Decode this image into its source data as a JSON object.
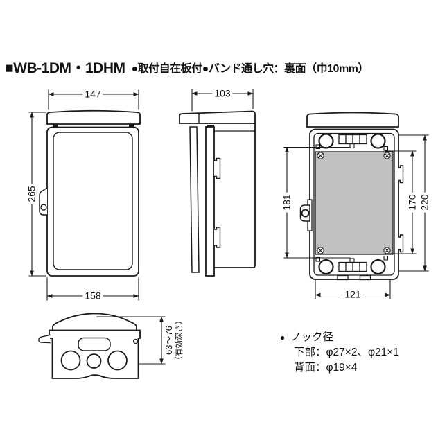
{
  "header": {
    "model": "■WB-1DM・1DHM",
    "features": "●取付自在板付●バンド通し穴：裏面（巾10mm）"
  },
  "dimensions": {
    "front_top_width": "147",
    "front_height": "265",
    "front_bottom_width": "158",
    "side_depth": "103",
    "back_band_hole_pitch": "181",
    "back_inner_height": "170",
    "back_body_height": "220",
    "back_bottom_width": "121",
    "bottom_effective_depth": "63〜76",
    "bottom_effective_depth_note": "（有効深さ）"
  },
  "knockout_note": {
    "bullet": "●",
    "title": "ノック径",
    "bottom_line": "下部：φ27×2、φ21×1",
    "back_line": "背面：φ19×4"
  },
  "colors": {
    "line": "#1a1a1a",
    "mounting_plate": "#c1c1c1",
    "background": "#ffffff"
  }
}
